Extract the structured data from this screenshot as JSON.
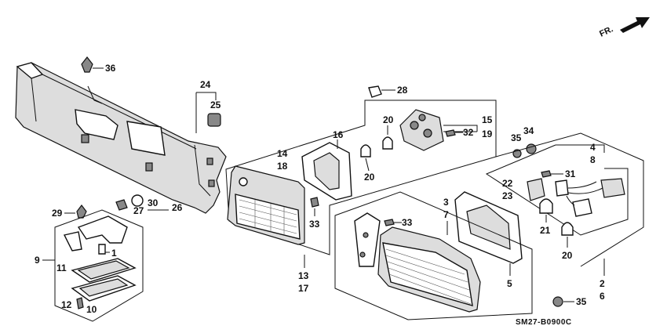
{
  "direction_label": "FR.",
  "diagram_code": "SM27-B0900C",
  "callouts": {
    "c36": "36",
    "c24": "24",
    "c25": "25",
    "c28": "28",
    "c14": "14",
    "c18": "18",
    "c16": "16",
    "c20a": "20",
    "c20b": "20",
    "c15": "15",
    "c19": "19",
    "c32": "32",
    "c35a": "35",
    "c34": "34",
    "c4": "4",
    "c8": "8",
    "c31": "31",
    "c22": "22",
    "c23": "23",
    "c29": "29",
    "c27": "27",
    "c30": "30",
    "c26": "26",
    "c33a": "33",
    "c3": "3",
    "c7": "7",
    "c33b": "33",
    "c21": "21",
    "c20c": "20",
    "c9": "9",
    "c1": "1",
    "c11": "11",
    "c12": "12",
    "c10": "10",
    "c13": "13",
    "c17": "17",
    "c5": "5",
    "c2": "2",
    "c6": "6",
    "c35b": "35"
  }
}
